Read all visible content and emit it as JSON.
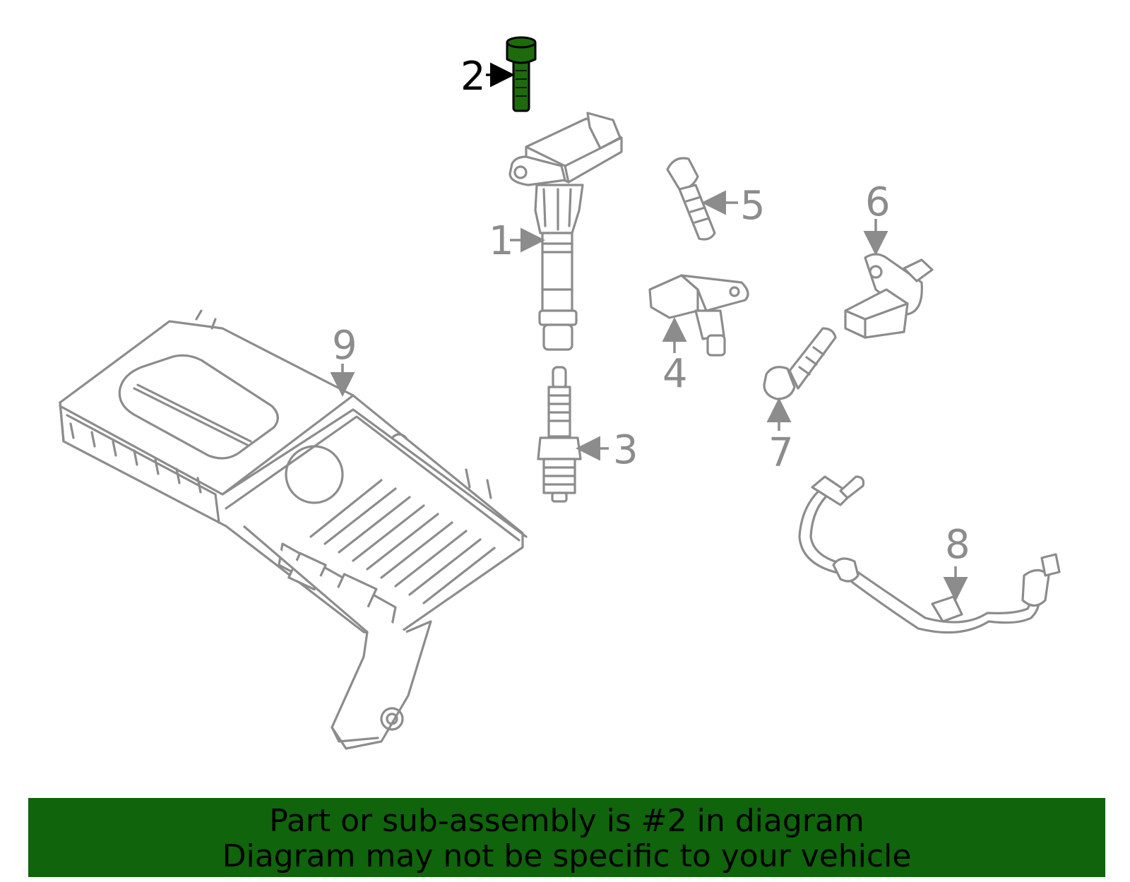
{
  "diagram": {
    "callouts": [
      {
        "id": "1",
        "label": "1"
      },
      {
        "id": "2",
        "label": "2",
        "highlighted": true
      },
      {
        "id": "3",
        "label": "3"
      },
      {
        "id": "4",
        "label": "4"
      },
      {
        "id": "5",
        "label": "5"
      },
      {
        "id": "6",
        "label": "6"
      },
      {
        "id": "7",
        "label": "7"
      },
      {
        "id": "8",
        "label": "8"
      },
      {
        "id": "9",
        "label": "9"
      }
    ],
    "colors": {
      "line_art": "#8c8c8c",
      "highlight_part": "#1e6b0e",
      "highlight_label": "#000000",
      "banner_background": "#0f640c"
    }
  },
  "banner": {
    "line1": "Part or sub-assembly is #2 in diagram",
    "line2": "Diagram may not be specific to your vehicle"
  }
}
